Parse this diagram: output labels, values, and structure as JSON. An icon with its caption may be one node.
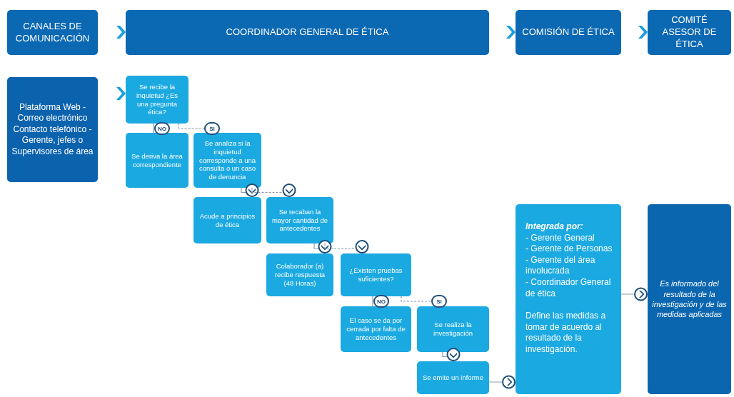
{
  "diagram": {
    "nodes": [
      {
        "text": [
          "CANALES DE COMUNICACIÓN"
        ]
      },
      {
        "text": [
          "COORDINADOR GENERAL DE ÉTICA"
        ]
      },
      {
        "text": [
          "COMISIÓN DE ÉTICA"
        ]
      },
      {
        "text": [
          "COMITÉ ASESOR DE ÉTICA"
        ]
      },
      {
        "text": [
          "Plataforma Web - Correo electrónico Contacto telefónico - Gerente, jefes o Supervisores de área"
        ]
      },
      {
        "text": [
          "Se recibe la inquietud ¿Es una pregunta ética?"
        ]
      },
      {
        "text": [
          "Se deriva la área correspondiente"
        ]
      },
      {
        "text": [
          "Se analiza si la inquietud corresponde a una consulta o un caso de denuncia"
        ]
      },
      {
        "text": [
          "Acude a principios de ética"
        ]
      },
      {
        "text": [
          "Se recaban la mayor cantidad de antecedentes"
        ]
      },
      {
        "text": [
          "Colaborador (a) recibe respuesta (48 Horas)"
        ]
      },
      {
        "text": [
          "¿Existen pruebas suficientes?"
        ]
      },
      {
        "text": [
          "El caso se da por cerrada por falta de antecedentes"
        ]
      },
      {
        "text": [
          "Se realiza la investigación"
        ]
      },
      {
        "text": [
          "Se emite un informe"
        ]
      },
      {
        "text": [
          "Integrada por:",
          "- Gerente General",
          "- Gerente de Personas",
          "- Gerente del área involucrada",
          "- Coordinador General de ética",
          "Define las medidas a tomar de acuerdo al resultado de la investigación."
        ]
      },
      {
        "text": [
          "Es informado del resultado de la investigación y de las medidas aplicadas"
        ]
      }
    ],
    "edges": [
      {
        "from": 0,
        "to": 1,
        "arrow": "to"
      },
      {
        "from": 1,
        "to": 2,
        "arrow": "to"
      },
      {
        "from": 2,
        "to": 3,
        "arrow": "to"
      },
      {
        "from": 4,
        "to": 5,
        "arrow": "to"
      },
      {
        "from": 5,
        "to": 6,
        "arrow": "none",
        "label": "NO"
      },
      {
        "from": 5,
        "to": 7,
        "arrow": "none",
        "label": "SI",
        "style": "dashed"
      },
      {
        "from": 7,
        "to": 8,
        "arrow": "to"
      },
      {
        "from": 7,
        "to": 9,
        "arrow": "to",
        "style": "dashed"
      },
      {
        "from": 9,
        "to": 10,
        "arrow": "to"
      },
      {
        "from": 9,
        "to": 11,
        "arrow": "to",
        "style": "dashed"
      },
      {
        "from": 11,
        "to": 12,
        "arrow": "none",
        "label": "NO"
      },
      {
        "from": 11,
        "to": 13,
        "arrow": "none",
        "label": "SI",
        "style": "dashed"
      },
      {
        "from": 13,
        "to": 14,
        "arrow": "to"
      },
      {
        "from": 14,
        "to": 15,
        "arrow": "to"
      },
      {
        "from": 15,
        "to": 16,
        "arrow": "to"
      }
    ]
  }
}
